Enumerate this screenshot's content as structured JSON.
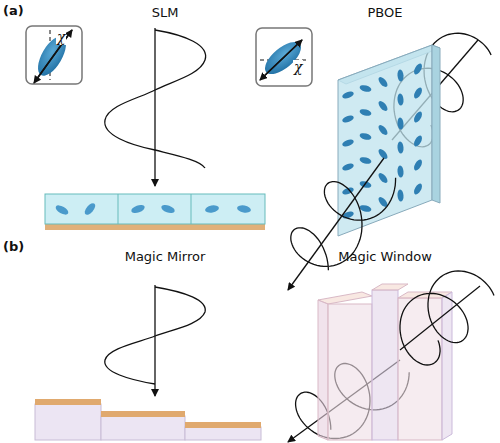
{
  "diagram": {
    "labels": [
      "(a)",
      "SLM",
      "PBOE",
      "χ",
      "χ",
      "(b)",
      "Magic Mirror",
      "Magic Window"
    ]
  }
}
